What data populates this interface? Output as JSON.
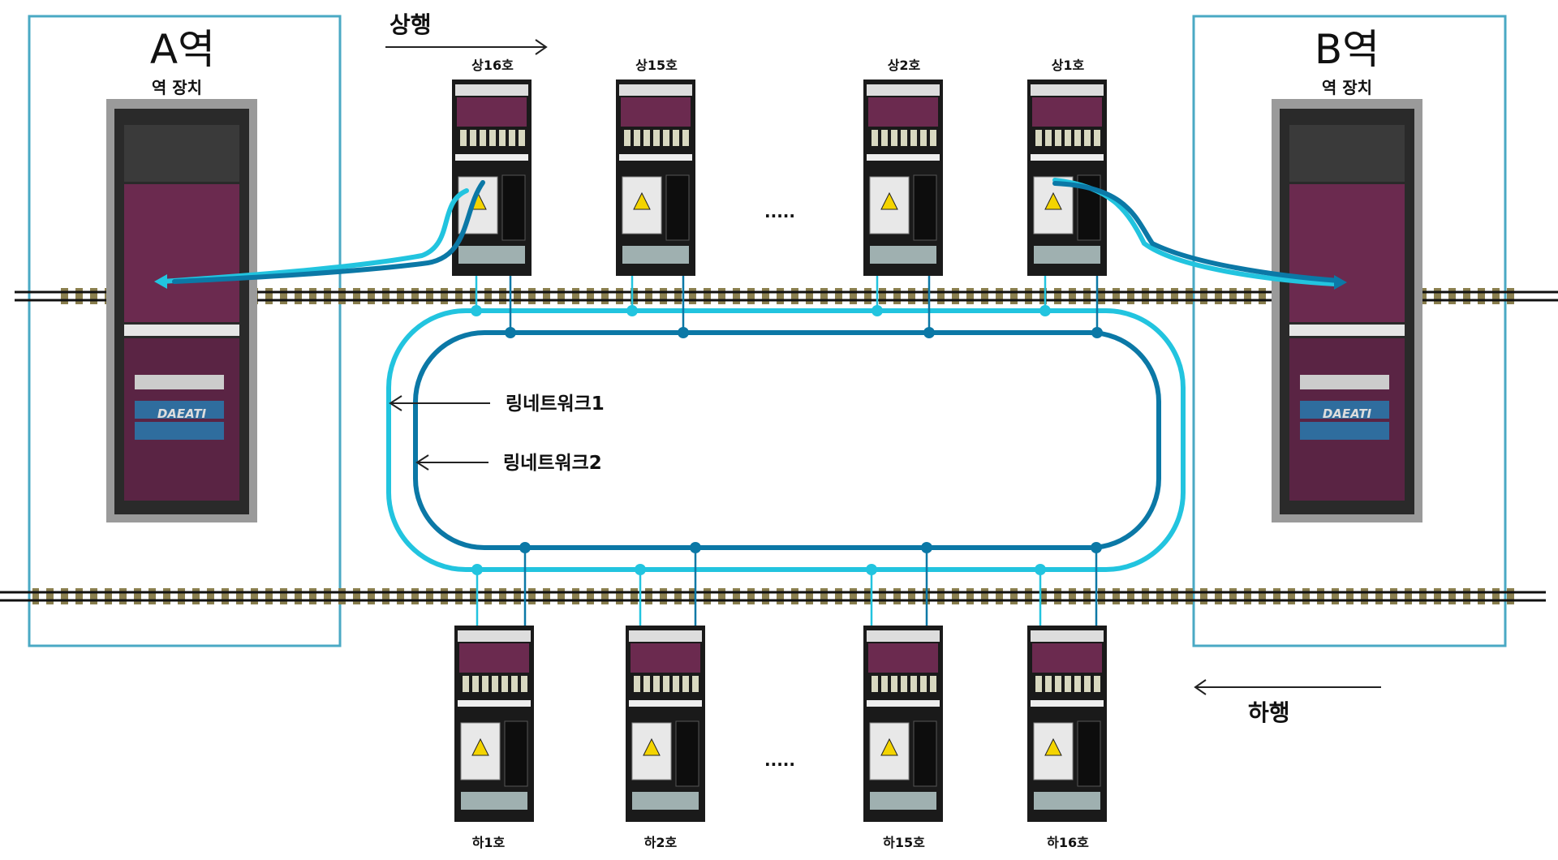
{
  "direction": {
    "up": "상행",
    "down": "하행"
  },
  "stations": [
    {
      "name": "A역",
      "device_label": "역 장치",
      "brand": "DAEATI"
    },
    {
      "name": "B역",
      "device_label": "역 장치",
      "brand": "DAEATI"
    }
  ],
  "up_units": [
    "상16호",
    "상15호",
    "상2호",
    "상1호"
  ],
  "down_units": [
    "하1호",
    "하2호",
    "하15호",
    "하16호"
  ],
  "ellipsis": ".....",
  "rings": [
    {
      "label": "링네트워크1",
      "color": "#22c4df"
    },
    {
      "label": "링네트워크2",
      "color": "#0b78a6"
    }
  ],
  "colors": {
    "station_border": "#4aa9c4",
    "rack_purple": "#6b2a4f",
    "sleeper": "#8a7f4e"
  }
}
